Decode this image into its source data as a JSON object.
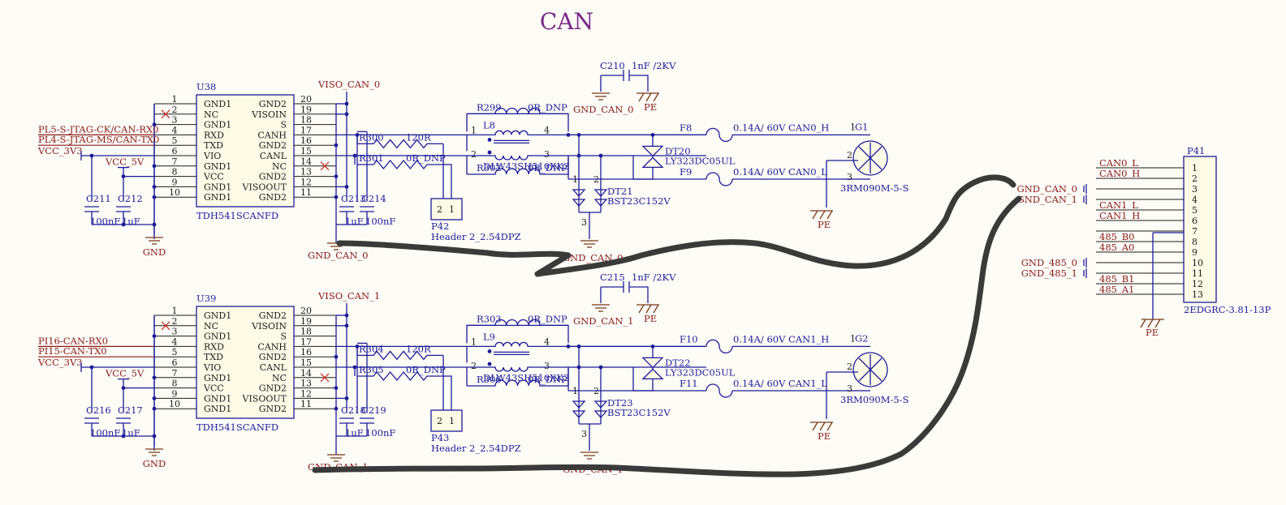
{
  "title": "CAN",
  "channels": [
    {
      "ref": "U38",
      "part": "TDH541SCANFD",
      "viso": "VISO_CAN_0",
      "gnd_label": "GND_CAN_0",
      "nets": [
        "PL5-S-JTAG-CK/CAN-RX0",
        "PL4-S-JTAG-MS/CAN-TX0"
      ],
      "caps": [
        "C211",
        "C212",
        "C213",
        "C214"
      ],
      "cap_vals": [
        "100nF",
        "1uF",
        "1uF",
        "100nF"
      ],
      "term_r": "R300",
      "rterm_val": "120R",
      "r_dnp": "R301",
      "header": "P42",
      "header_part": "Header 2_2.54DPZ",
      "choke": "L8",
      "choke_part": "DLW43SH510XK2",
      "r_top": "R299",
      "r_bot": "R302",
      "tvs": "DT20",
      "tvs_part": "LY323DC05UL",
      "tvs2": "DT21",
      "tvs2_part": "BST23C152V",
      "fuse_h": "F8",
      "fuse_l": "F9",
      "fuse_desc": "0.14A/ 60V",
      "net_h": "CAN0_H",
      "net_l": "CAN0_L",
      "conn": "G1",
      "conn_part": "3RM090M-5-S",
      "hv_cap": "C210",
      "hv_val": "1nF /2KV",
      "hv_gnd": "GND_CAN_0"
    },
    {
      "ref": "U39",
      "part": "TDH541SCANFD",
      "viso": "VISO_CAN_1",
      "gnd_label": "GND_CAN_1",
      "nets": [
        "PI16-CAN-RX0",
        "PI15-CAN-TX0"
      ],
      "caps": [
        "C216",
        "C217",
        "C218",
        "C219"
      ],
      "cap_vals": [
        "100nF",
        "1uF",
        "1uF",
        "100nF"
      ],
      "term_r": "R304",
      "rterm_val": "120R",
      "r_dnp": "R305",
      "header": "P43",
      "header_part": "Header 2_2.54DPZ",
      "choke": "L9",
      "choke_part": "DLW43SH510XK2",
      "r_top": "R303",
      "r_bot": "R306",
      "tvs": "DT22",
      "tvs_part": "LY323DC05UL",
      "tvs2": "DT23",
      "tvs2_part": "BST23C152V",
      "fuse_h": "F10",
      "fuse_l": "F11",
      "fuse_desc": "0.14A/ 60V",
      "net_h": "CAN1_H",
      "net_l": "CAN1_L",
      "conn": "G2",
      "conn_part": "3RM090M-5-S",
      "hv_cap": "C215",
      "hv_val": "1nF /2KV",
      "hv_gnd": "GND_CAN_1"
    }
  ],
  "common": {
    "left_pins": [
      "GND1",
      "NC",
      "GND1",
      "RXD",
      "TXD",
      "VIO",
      "GND1",
      "VCC",
      "GND1",
      "GND1"
    ],
    "right_pins": [
      "GND2",
      "VISOIN",
      "S",
      "CANH",
      "GND2",
      "CANL",
      "NC",
      "GND2",
      "VISOOUT",
      "GND2"
    ],
    "right_nums": [
      "20",
      "19",
      "18",
      "17",
      "16",
      "15",
      "14",
      "13",
      "12",
      "11"
    ],
    "vcc_3v3": "VCC_3V3",
    "vcc_5v": "VCC_5V",
    "gnd": "GND",
    "pe": "PE",
    "dnp": "0R_DNP",
    "choke_pins": [
      "1",
      "2",
      "3",
      "4"
    ],
    "conn_pins": [
      "1",
      "2",
      "3"
    ],
    "tvs_pins": [
      "1",
      "2",
      "3"
    ]
  },
  "p41": {
    "ref": "P41",
    "part": "2EDGRC-3.81-13P",
    "pins": [
      "1",
      "2",
      "3",
      "4",
      "5",
      "6",
      "7",
      "8",
      "9",
      "10",
      "11",
      "12",
      "13"
    ],
    "nets": {
      "1": "CAN0_L",
      "2": "CAN0_H",
      "3": "GND_CAN_0",
      "4": "GND_CAN_1",
      "5": "CAN1_L",
      "6": "CAN1_H",
      "8": "485_B0",
      "9": "485_A0",
      "10": "GND_485_0",
      "11": "GND_485_1",
      "12": "485_B1",
      "13": "485_A1"
    },
    "pe": "PE"
  },
  "colors": {
    "wire": "#1c1c9a",
    "net": "#8a1a1a",
    "title": "#7a2a8a",
    "nc_mark": "#d0302a",
    "scribble": "#3a3a3a"
  }
}
